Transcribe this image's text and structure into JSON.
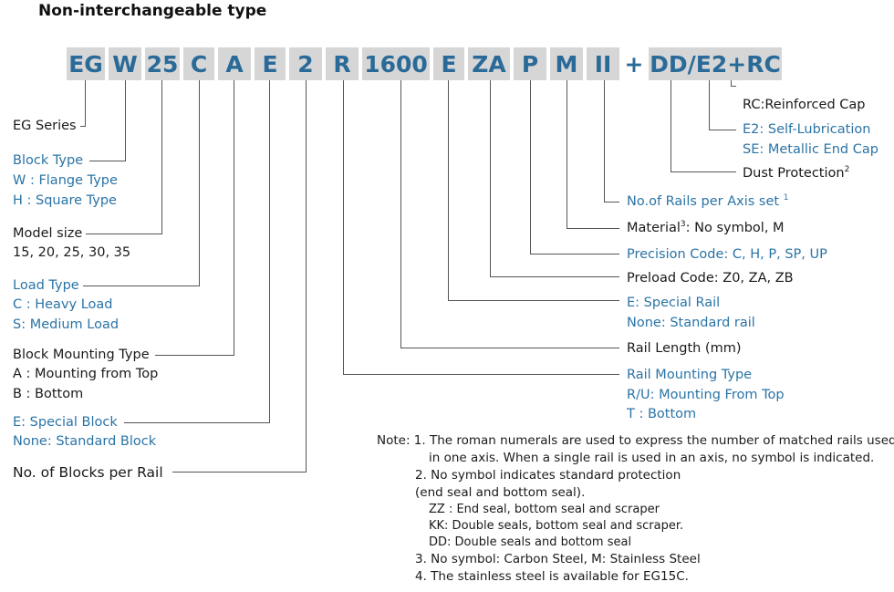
{
  "title": "Non-interchangeable type",
  "codes": [
    "EG",
    "W",
    "25",
    "C",
    "A",
    "E",
    "2",
    "R",
    "1600",
    "E",
    "ZA",
    "P",
    "M",
    "II",
    "DD/E2+RC"
  ],
  "plus": "+",
  "left_labels": {
    "series": "EG Series",
    "block_type": {
      "title": "Block  Type",
      "l1": "W : Flange Type",
      "l2": "H : Square Type"
    },
    "model_size": {
      "title": "Model size",
      "l1": "15, 20, 25, 30, 35"
    },
    "load_type": {
      "title": "Load Type",
      "l1": "C : Heavy Load",
      "l2": "S: Medium Load"
    },
    "mounting": {
      "title": "Block Mounting Type",
      "l1": "A : Mounting from Top",
      "l2": "B : Bottom"
    },
    "special_block": {
      "title": "E: Special Block",
      "l1": "None: Standard Block"
    },
    "blocks_per_rail": "No. of Blocks per Rail"
  },
  "right_labels": {
    "rc": "RC:Reinforced Cap",
    "e2": "E2: Self-Lubrication",
    "se": "SE: Metallic End Cap",
    "dust": "Dust Protection",
    "dust_sup": "2",
    "rails_axis": "No.of Rails per Axis set",
    "rails_axis_sup": "1",
    "material_a": "Material",
    "material_sup": "3",
    "material_b": ": No symbol, M",
    "precision": "Precision Code: C, H, P, SP, UP",
    "preload": "Preload Code: Z0, ZA, ZB",
    "special_rail": {
      "title": "E: Special Rail",
      "l1": "None: Standard rail"
    },
    "rail_length": "Rail Length (mm)",
    "rail_mount": {
      "title": "Rail Mounting Type",
      "l1": "R/U: Mounting From Top",
      "l2": "T : Bottom"
    }
  },
  "notes": {
    "n1a": "Note: 1. The roman numerals are used to express the number of matched rails used",
    "n1b": "in one axis. When a single rail is used in an axis, no symbol is indicated.",
    "n2a": "2. No symbol indicates standard protection",
    "n2b": "(end seal and bottom seal).",
    "n2c": "ZZ : End seal, bottom seal and scraper",
    "n2d": "KK: Double seals, bottom seal and scraper.",
    "n2e": "DD: Double seals and bottom seal",
    "n3": "3. No symbol: Carbon Steel, M: Stainless Steel",
    "n4": "4. The stainless steel is available for EG15C."
  },
  "colors": {
    "accent": "#2a74a6",
    "box": "#d6d6d6",
    "line": "#555555"
  }
}
